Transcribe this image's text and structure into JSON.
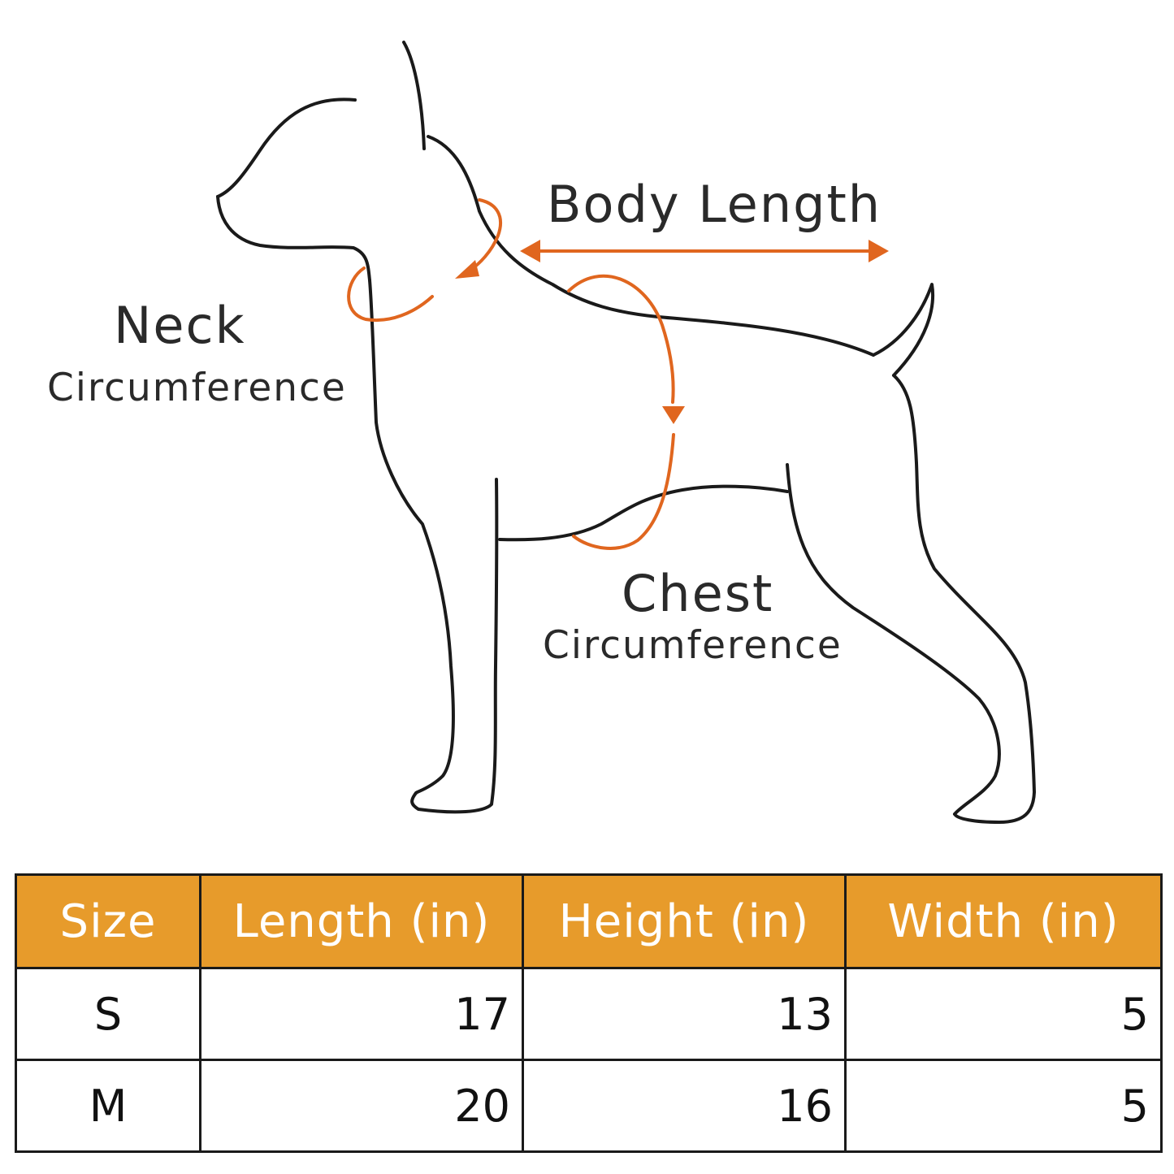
{
  "diagram": {
    "labels": {
      "body_length": "Body Length",
      "neck_line1": "Neck",
      "neck_line2": "Circumference",
      "chest_line1": "Chest",
      "chest_line2": "Circumference"
    },
    "colors": {
      "outline": "#1a1a1a",
      "measure": "#e0661f"
    },
    "icons": [
      "dog-silhouette-icon",
      "double-arrow-icon",
      "loop-arrow-icon"
    ]
  },
  "table": {
    "header_color": "#e79b2b",
    "columns": [
      "Size",
      "Length (in)",
      "Height (in)",
      "Width (in)"
    ],
    "rows": [
      {
        "size": "S",
        "length": "17",
        "height": "13",
        "width": "5"
      },
      {
        "size": "M",
        "length": "20",
        "height": "16",
        "width": "5"
      }
    ]
  }
}
